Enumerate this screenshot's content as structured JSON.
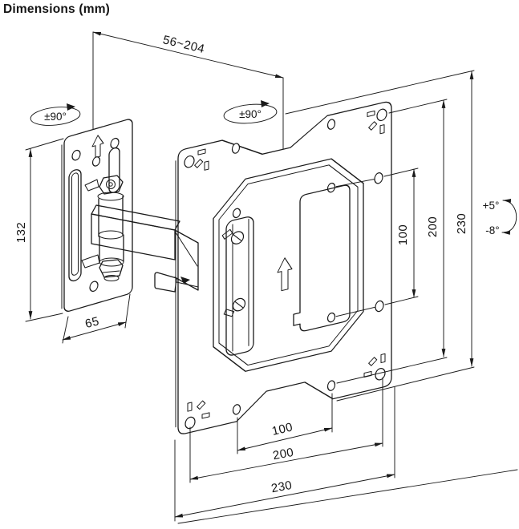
{
  "title": "Dimensions (mm)",
  "diagram": {
    "type": "technical-drawing",
    "subject": "articulating TV wall mount bracket",
    "line_color": "#1a1a1a",
    "background_color": "#ffffff",
    "dimensions": {
      "extension_range": "56~204",
      "wall_swivel": "±90°",
      "plate_swivel": "±90°",
      "wall_plate_height": "132",
      "wall_plate_width": "65",
      "right_inner": "100",
      "right_mid": "200",
      "right_outer": "230",
      "tilt_up": "+5°",
      "tilt_down": "-8°",
      "bottom_inner": "100",
      "bottom_mid": "200",
      "bottom_outer": "230"
    }
  }
}
